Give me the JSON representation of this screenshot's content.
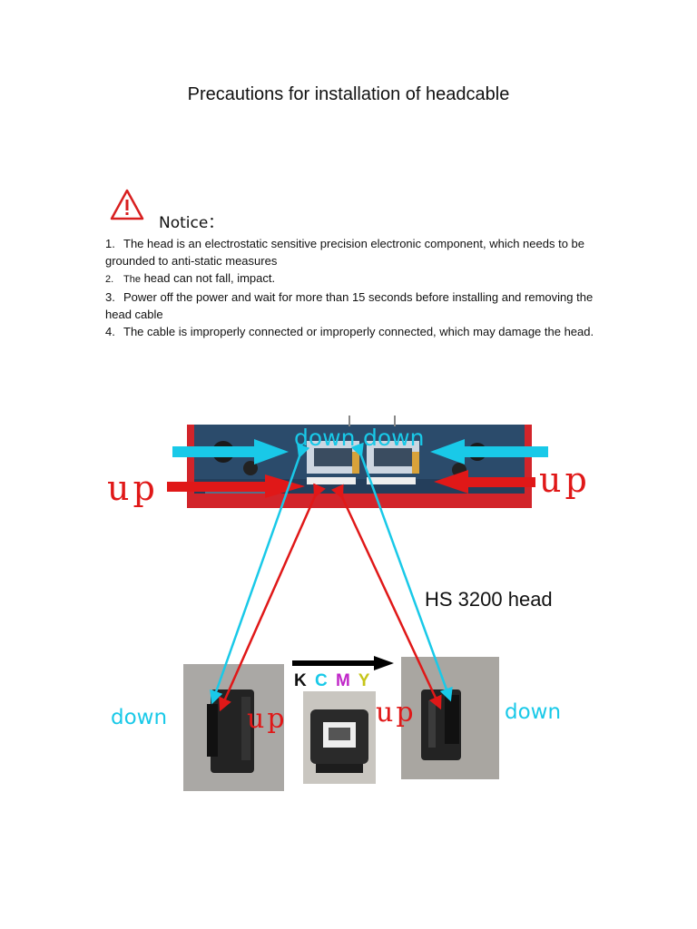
{
  "doc": {
    "title": "Precautions for installation of headcable",
    "notice_label": "Notice：",
    "items": [
      {
        "num": "1.",
        "lead": "",
        "text": "The head is an electrostatic sensitive precision electronic component, which needs to be grounded to anti-static measures"
      },
      {
        "num": "2.",
        "lead": "The",
        "text": " head can not fall, impact."
      },
      {
        "num": "3.",
        "lead": "",
        "text": "Power off the power and wait for more than 15 seconds before installing and removing the head cable"
      },
      {
        "num": "4.",
        "lead": "",
        "text": "The cable is improperly connected or improperly connected, which may damage the head."
      }
    ]
  },
  "diagram": {
    "board_labels": {
      "down_left": "down",
      "down_right": "down",
      "up_left": "up",
      "up_right": "up"
    },
    "head_label": "HS 3200 head",
    "head_labels": {
      "down_left": "down",
      "up_left": "up",
      "up_right": "up",
      "down_right": "down"
    },
    "kcmy": [
      {
        "letter": "K",
        "color": "#111111"
      },
      {
        "letter": "C",
        "color": "#19c9e8"
      },
      {
        "letter": "M",
        "color": "#c026c8"
      },
      {
        "letter": "Y",
        "color": "#c6c51a"
      }
    ],
    "colors": {
      "cyan": "#19c9e8",
      "red": "#e01818",
      "warning": "#d81f1f"
    }
  }
}
